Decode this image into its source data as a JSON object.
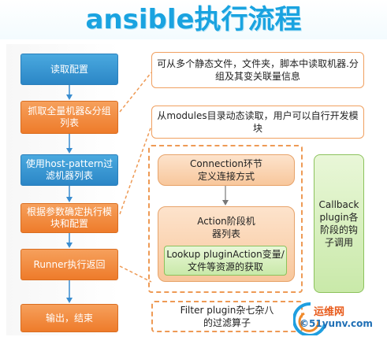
{
  "title": "ansible执行流程",
  "flow": {
    "step1": "读取配置",
    "step2": "抓取全量机器&分组列表",
    "step3": "使用host-pattern过滤机器列表",
    "step4": "根据参数确定执行模块和配置",
    "step5": "Runner执行返回",
    "step6": "输出，结束"
  },
  "notes": {
    "note1": "可从多个静态文件，文件夹，脚本中读取机器.分组及其变关联量信息",
    "note2": "从modules目录动态读取，用户可以自行开发模块"
  },
  "runner": {
    "connection": "Connection环节定义连接方式",
    "action_title": "Action阶段机器列表",
    "lookup": "Lookup pluginAction变量/文件等资源的获取",
    "callback": "Callback plugin各阶段的钩子调用",
    "filter": "Filter plugin杂七杂八的过滤算子"
  },
  "watermark": {
    "line1": "运维网",
    "line2": "©51yunv.com"
  },
  "colors": {
    "title": "#1aa3e0",
    "blue_box": "#2b86c6",
    "orange_box": "#ee7b2a",
    "dashed": "#ee9a55",
    "green": "#c9e9a9"
  }
}
